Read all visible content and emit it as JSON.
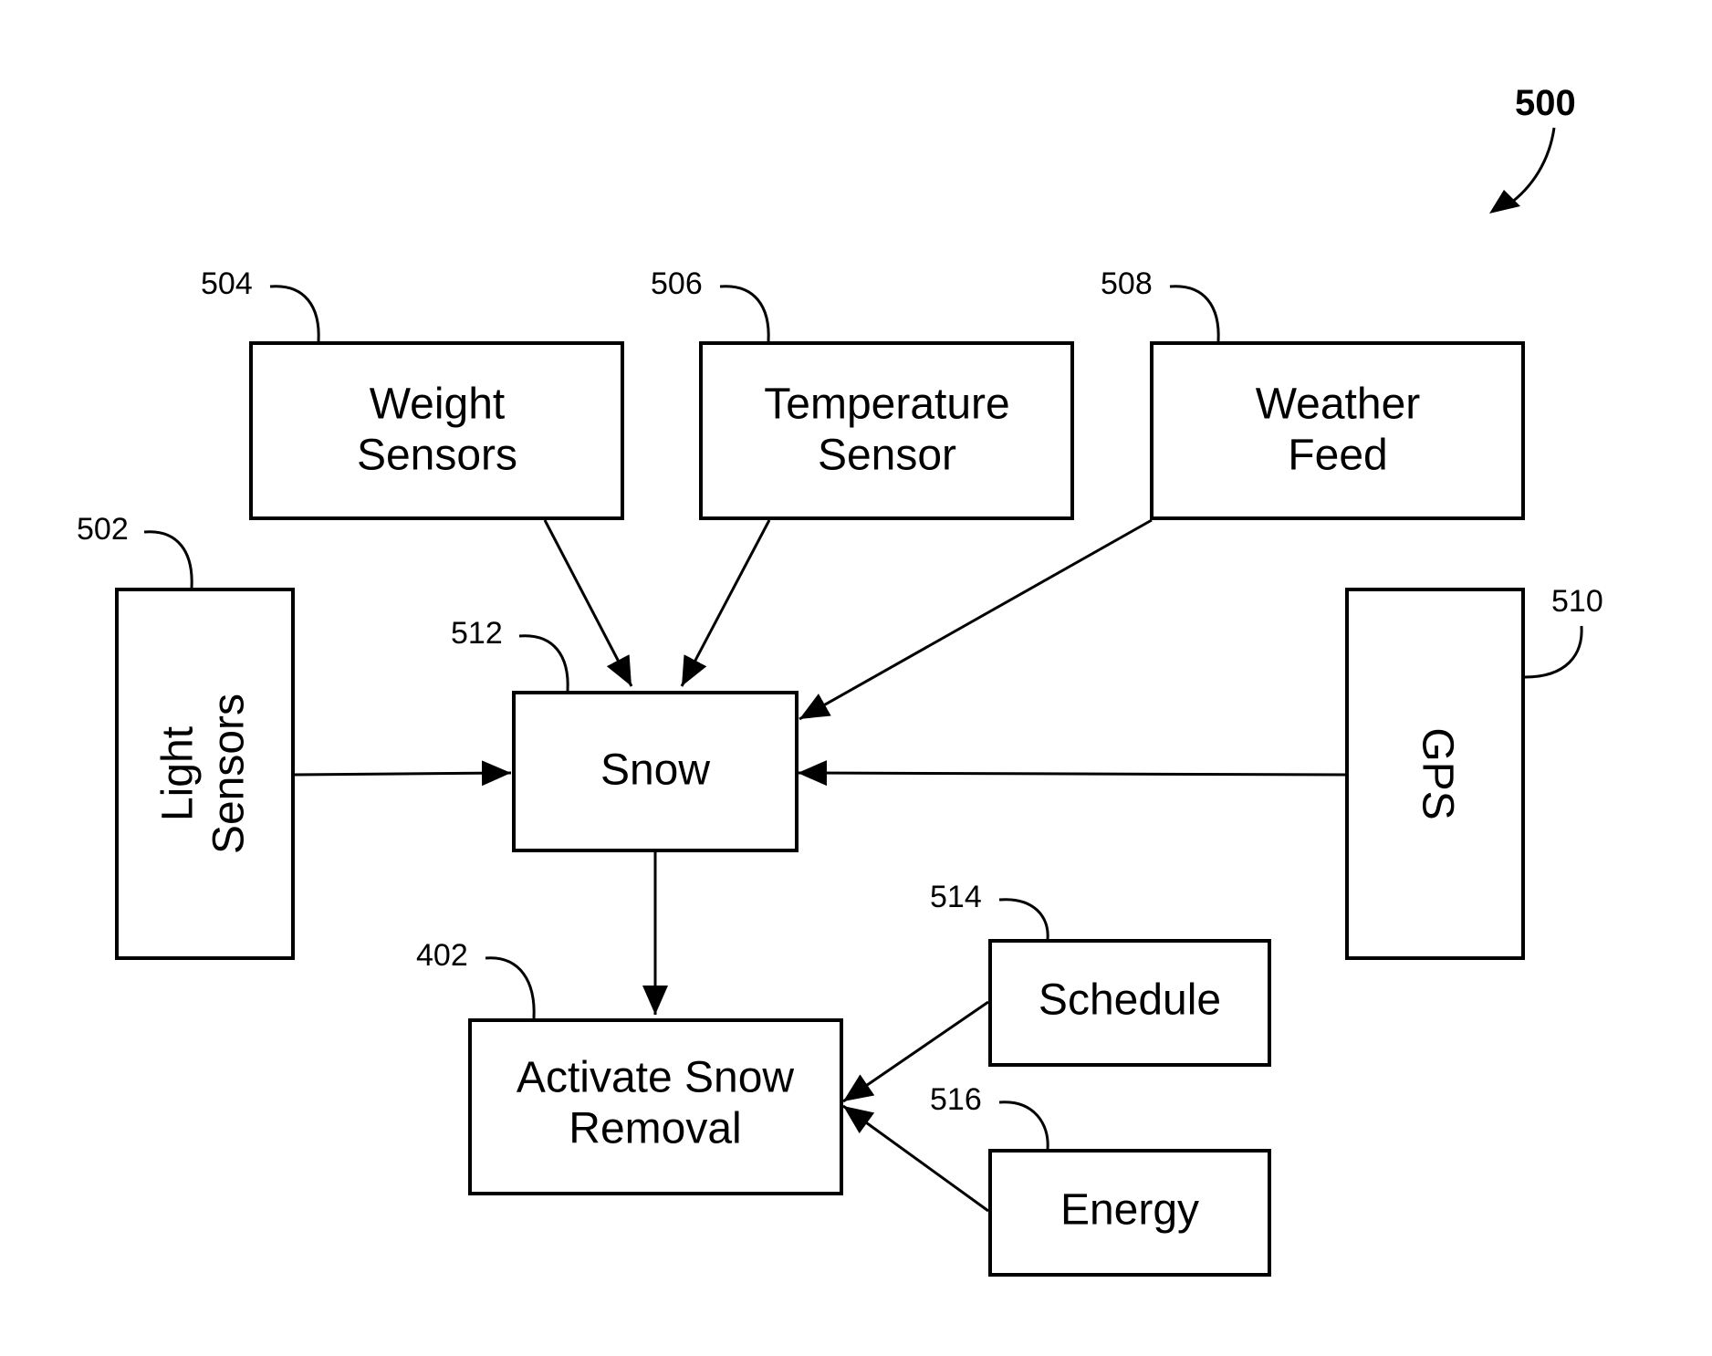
{
  "figure": {
    "number": "500"
  },
  "nodes": {
    "light_sensors": {
      "ref": "502",
      "lines": [
        "Light",
        "Sensors"
      ]
    },
    "weight_sensors": {
      "ref": "504",
      "lines": [
        "Weight",
        "Sensors"
      ]
    },
    "temperature_sensor": {
      "ref": "506",
      "lines": [
        "Temperature",
        "Sensor"
      ]
    },
    "weather_feed": {
      "ref": "508",
      "lines": [
        "Weather",
        "Feed"
      ]
    },
    "gps": {
      "ref": "510",
      "lines": [
        "GPS"
      ]
    },
    "snow": {
      "ref": "512",
      "lines": [
        "Snow"
      ]
    },
    "schedule": {
      "ref": "514",
      "lines": [
        "Schedule"
      ]
    },
    "energy": {
      "ref": "516",
      "lines": [
        "Energy"
      ]
    },
    "activate_snow_removal": {
      "ref": "402",
      "lines": [
        "Activate Snow",
        "Removal"
      ]
    }
  }
}
